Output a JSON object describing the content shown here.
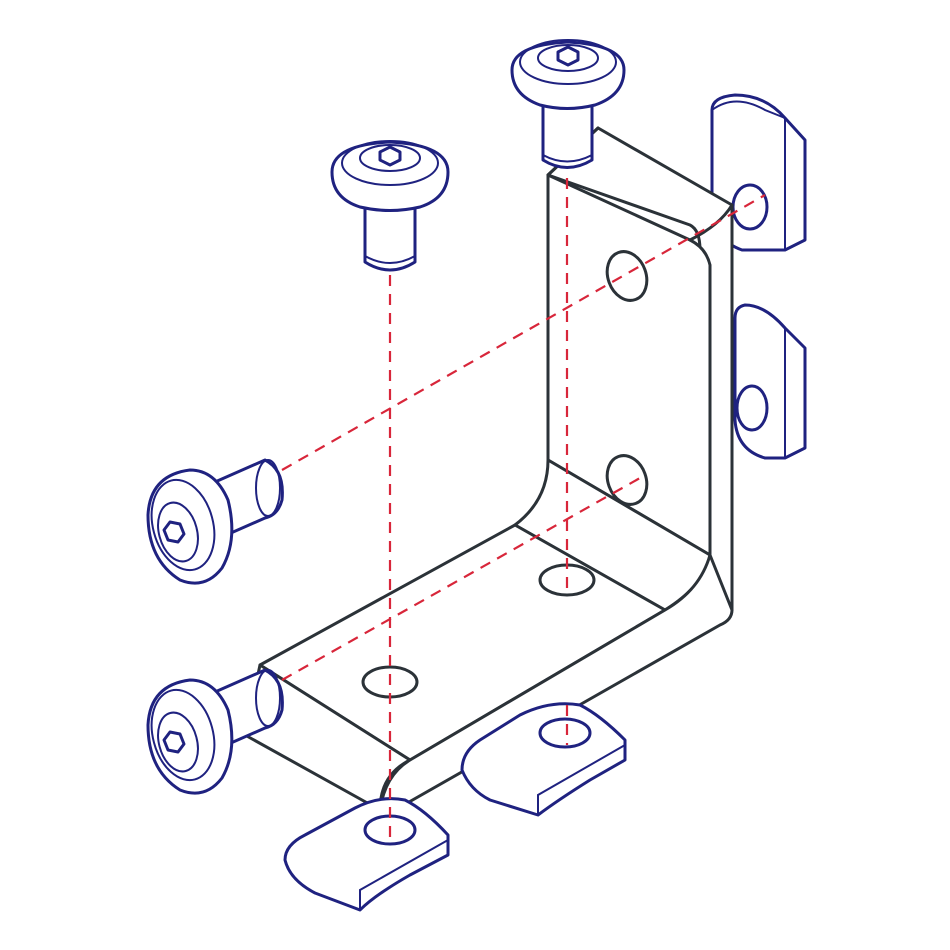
{
  "colors": {
    "background": "#ffffff",
    "bracket_outline": "#2b3238",
    "hardware_outline": "#1f2280",
    "axis_line": "#d8263a"
  },
  "parts": {
    "bracket": "l-shaped-angle-bracket",
    "screws": "button-head-hex-socket-screw",
    "nuts": "slot-t-nut",
    "screw_count": 4,
    "nut_count": 4,
    "bracket_hole_count": 4
  },
  "icons": {
    "screw_drive": "hex-socket-icon"
  }
}
